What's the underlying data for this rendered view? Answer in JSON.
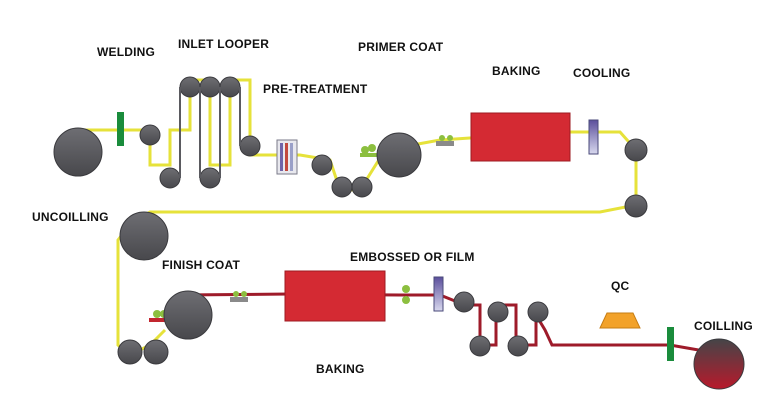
{
  "labels": {
    "welding": "WELDING",
    "inlet_looper": "INLET LOOPER",
    "primer_coat": "PRIMER COAT",
    "pre_treatment": "PRE-TREATMENT",
    "baking_top": "BAKING",
    "cooling": "COOLING",
    "uncoilling": "UNCOILLING",
    "finish_coat": "FINISH COAT",
    "embossed_or_film": "EMBOSSED OR FILM",
    "qc": "QC",
    "coilling": "COILLING",
    "baking_bottom": "BAKING"
  },
  "colors": {
    "strip_yellow": "#e6e23a",
    "strip_red": "#9e1b2a",
    "roller": "#5a5a5f",
    "roller_edge": "#3a3a3e",
    "oven": "#d42a33",
    "marker_green": "#1a8c3c",
    "coater_green": "#8cbf3f",
    "qc_orange": "#f2a22a",
    "chill_purple": "#6f63a8"
  }
}
